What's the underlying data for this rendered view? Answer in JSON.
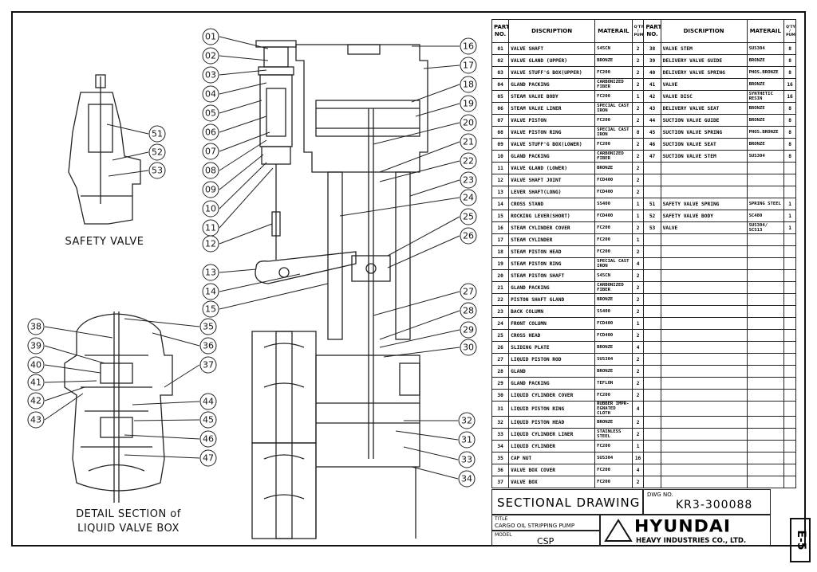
{
  "labels": {
    "safety_valve": "SAFETY VALVE",
    "detail_line1": "DETAIL SECTION of",
    "detail_line2": "LIQUID VALVE BOX"
  },
  "callouts_left": [
    "01",
    "02",
    "03",
    "04",
    "05",
    "06",
    "07",
    "08",
    "09",
    "10",
    "11",
    "12",
    "13",
    "14",
    "15"
  ],
  "callouts_right": [
    "16",
    "17",
    "18",
    "19",
    "20",
    "21",
    "22",
    "23",
    "24",
    "25",
    "26",
    "27",
    "28",
    "29",
    "30"
  ],
  "callouts_lower_right": [
    "32",
    "31",
    "33",
    "34"
  ],
  "callouts_safety": [
    "51",
    "52",
    "53"
  ],
  "callouts_detail_left": [
    "38",
    "39",
    "40",
    "41",
    "42",
    "43"
  ],
  "callouts_detail_right": [
    "35",
    "36",
    "37",
    "44",
    "45",
    "46",
    "47"
  ],
  "table": {
    "headers": [
      "PART NO.",
      "DISCRIPTION",
      "MATERAIL",
      "Q'TY / PUMP",
      "PART NO.",
      "DISCRIPTION",
      "MATERAIL",
      "Q'TY / PUMP"
    ],
    "left": [
      [
        "01",
        "VALVE SHAFT",
        "S45CN",
        "2"
      ],
      [
        "02",
        "VALVE GLAND (UPPER)",
        "BRONZE",
        "2"
      ],
      [
        "03",
        "VALVE STUFF'G BOX(UPPER)",
        "FC200",
        "2"
      ],
      [
        "04",
        "GLAND PACKING",
        "CARBONIZED FIBER",
        "2"
      ],
      [
        "05",
        "STEAM VALVE BODY",
        "FC200",
        "1"
      ],
      [
        "06",
        "STEAM VALVE LINER",
        "SPECIAL CAST IRON",
        "2"
      ],
      [
        "07",
        "VALVE PISTON",
        "FC200",
        "2"
      ],
      [
        "08",
        "VALVE PISTON RING",
        "SPECIAL CAST IRON",
        "8"
      ],
      [
        "09",
        "VALVE STUFF'G BOX(LOWER)",
        "FC200",
        "2"
      ],
      [
        "10",
        "GLAND PACKING",
        "CARBONIZED FIBER",
        "2"
      ],
      [
        "11",
        "VALVE GLAND (LOWER)",
        "BRONZE",
        "2"
      ],
      [
        "12",
        "VALVE SHAFT JOINT",
        "FCD400",
        "2"
      ],
      [
        "13",
        "LEVER SHAFT(LONG)",
        "FCD400",
        "2"
      ],
      [
        "14",
        "CROSS STAND",
        "SS400",
        "1"
      ],
      [
        "15",
        "ROCKING LEVER(SHORT)",
        "FCD400",
        "1"
      ],
      [
        "16",
        "STEAM CYLINDER COVER",
        "FC200",
        "2"
      ],
      [
        "17",
        "STEAM CYLINDER",
        "FC200",
        "1"
      ],
      [
        "18",
        "STEAM PISTON HEAD",
        "FC200",
        "2"
      ],
      [
        "19",
        "STEAM PISTON RING",
        "SPECIAL CAST IRON",
        "4"
      ],
      [
        "20",
        "STEAM PISTON SHAFT",
        "S45CN",
        "2"
      ],
      [
        "21",
        "GLAND PACKING",
        "CARBONIZED FIBER",
        "2"
      ],
      [
        "22",
        "PISTON SHAFT GLAND",
        "BRONZE",
        "2"
      ],
      [
        "23",
        "BACK COLUMN",
        "SS400",
        "2"
      ],
      [
        "24",
        "FRONT COLUMN",
        "FCD400",
        "1"
      ],
      [
        "25",
        "CROSS HEAD",
        "FCD400",
        "2"
      ],
      [
        "26",
        "SLIDING PLATE",
        "BRONZE",
        "4"
      ],
      [
        "27",
        "LIQUID PISTON ROD",
        "SUS304",
        "2"
      ],
      [
        "28",
        "GLAND",
        "BRONZE",
        "2"
      ],
      [
        "29",
        "GLAND PACKING",
        "TEFLON",
        "2"
      ],
      [
        "30",
        "LIQUID CYLINDER COVER",
        "FC200",
        "2"
      ],
      [
        "31",
        "LIQUID PISTON RING",
        "RUBBER IMPR-EGNATED CLOTH",
        "4"
      ],
      [
        "32",
        "LIQUID PISTON HEAD",
        "BRONZE",
        "2"
      ],
      [
        "33",
        "LIQUID CYLINDER LINER",
        "STAINLESS STEEL",
        "2"
      ],
      [
        "34",
        "LIQUID CYLINDER",
        "FC200",
        "1"
      ],
      [
        "35",
        "CAP NUT",
        "SUS304",
        "16"
      ],
      [
        "36",
        "VALVE BOX COVER",
        "FC200",
        "4"
      ],
      [
        "37",
        "VALVE BOX",
        "FC200",
        "2"
      ]
    ],
    "right": [
      [
        "38",
        "VALVE STEM",
        "SUS304",
        "8"
      ],
      [
        "39",
        "DELIVERY VALVE GUIDE",
        "BRONZE",
        "8"
      ],
      [
        "40",
        "DELIVERY VALVE SPRING",
        "PHOS.BRONZE",
        "8"
      ],
      [
        "41",
        "VALVE",
        "BRONZE",
        "16"
      ],
      [
        "42",
        "VALVE DISC",
        "SYNTHETIC RESIN",
        "16"
      ],
      [
        "43",
        "DELIVERY VALVE SEAT",
        "BRONZE",
        "8"
      ],
      [
        "44",
        "SUCTION VALVE GUIDE",
        "BRONZE",
        "8"
      ],
      [
        "45",
        "SUCTION VALVE SPRING",
        "PHOS.BRONZE",
        "8"
      ],
      [
        "46",
        "SUCTION VALVE SEAT",
        "BRONZE",
        "8"
      ],
      [
        "47",
        "SUCTION VALVE STEM",
        "SUS304",
        "8"
      ],
      [
        "",
        "",
        "",
        ""
      ],
      [
        "",
        "",
        "",
        ""
      ],
      [
        "",
        "",
        "",
        ""
      ],
      [
        "51",
        "SAFETY VALVE SPRING",
        "SPRING STEEL",
        "1"
      ],
      [
        "52",
        "SAFETY VALVE BODY",
        "SC480",
        "1"
      ],
      [
        "53",
        "VALVE",
        "SUS304/ SCS13",
        "1"
      ]
    ]
  },
  "titleblock": {
    "drawing_name": "SECTIONAL DRAWING",
    "dwg_no_label": "DWG NO.",
    "dwg_no": "KR3-300088",
    "title_label": "TITLE",
    "title": "CARGO OIL STRIPPING PUMP",
    "model_label": "MODEL",
    "model": "CSP",
    "company": "HYUNDAI",
    "company_sub": "HEAVY INDUSTRIES CO., LTD."
  },
  "page_tag": "E-5"
}
